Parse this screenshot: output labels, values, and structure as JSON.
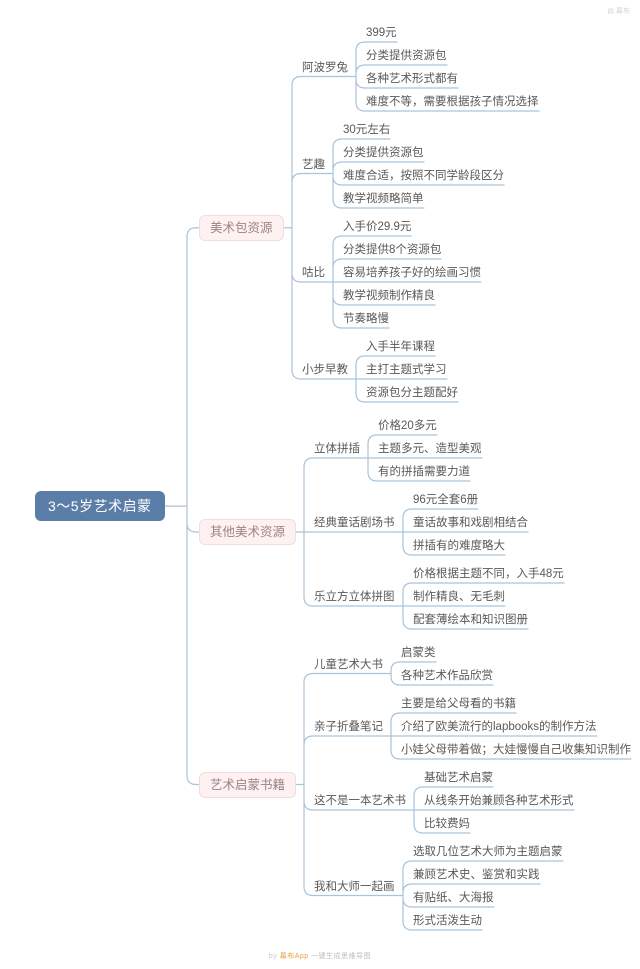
{
  "colors": {
    "line": "#a9c3db",
    "root_bg": "#5b7ea8",
    "root_text": "#ffffff",
    "branch_bg": "#fdf1f1",
    "branch_border": "#f2dcdc",
    "branch_text": "#9d8484",
    "text": "#595959",
    "wm_gray": "#c9c9c9",
    "wm_orange": "#e8a33d"
  },
  "watermarks": {
    "corner": "幕布",
    "footer_prefix": "by ",
    "footer_brand": "幕布App ",
    "footer_text": "一键生成思维导图"
  },
  "mindmap": {
    "tree": {
      "label": "3～5岁艺术启蒙",
      "children": [
        {
          "label": "美术包资源",
          "children": [
            {
              "label": "阿波罗兔",
              "children": [
                {
                  "label": "399元"
                },
                {
                  "label": "分类提供资源包"
                },
                {
                  "label": "各种艺术形式都有"
                },
                {
                  "label": "难度不等，需要根据孩子情况选择"
                }
              ]
            },
            {
              "label": "艺趣",
              "children": [
                {
                  "label": "30元左右"
                },
                {
                  "label": "分类提供资源包"
                },
                {
                  "label": "难度合适，按照不同学龄段区分"
                },
                {
                  "label": "教学视频略简单"
                }
              ]
            },
            {
              "label": "咕比",
              "children": [
                {
                  "label": "入手价29.9元"
                },
                {
                  "label": "分类提供8个资源包"
                },
                {
                  "label": "容易培养孩子好的绘画习惯"
                },
                {
                  "label": "教学视频制作精良"
                },
                {
                  "label": "节奏略慢"
                }
              ]
            },
            {
              "label": "小步早教",
              "children": [
                {
                  "label": "入手半年课程"
                },
                {
                  "label": "主打主题式学习"
                },
                {
                  "label": "资源包分主题配好"
                }
              ]
            }
          ]
        },
        {
          "label": "其他美术资源",
          "children": [
            {
              "label": "立体拼插",
              "children": [
                {
                  "label": "价格20多元"
                },
                {
                  "label": "主题多元、造型美观"
                },
                {
                  "label": "有的拼插需要力道"
                }
              ]
            },
            {
              "label": "经典童话剧场书",
              "children": [
                {
                  "label": "96元全套6册"
                },
                {
                  "label": "童话故事和戏剧相结合"
                },
                {
                  "label": "拼插有的难度略大"
                }
              ]
            },
            {
              "label": "乐立方立体拼图",
              "children": [
                {
                  "label": "价格根据主题不同，入手48元"
                },
                {
                  "label": "制作精良、无毛刺"
                },
                {
                  "label": "配套薄绘本和知识图册"
                }
              ]
            }
          ]
        },
        {
          "label": "艺术启蒙书籍",
          "children": [
            {
              "label": "儿童艺术大书",
              "children": [
                {
                  "label": "启蒙类"
                },
                {
                  "label": "各种艺术作品欣赏"
                }
              ]
            },
            {
              "label": "亲子折叠笔记",
              "children": [
                {
                  "label": "主要是给父母看的书籍"
                },
                {
                  "label": "介绍了欧美流行的lapbooks的制作方法"
                },
                {
                  "label": "小娃父母带着做；大娃慢慢自己收集知识制作"
                }
              ]
            },
            {
              "label": "这不是一本艺术书",
              "children": [
                {
                  "label": "基础艺术启蒙"
                },
                {
                  "label": "从线条开始兼顾各种艺术形式"
                },
                {
                  "label": "比较费妈"
                }
              ]
            },
            {
              "label": "我和大师一起画",
              "children": [
                {
                  "label": "选取几位艺术大师为主题启蒙"
                },
                {
                  "label": "兼顾艺术史、鉴赏和实践"
                },
                {
                  "label": "有贴纸、大海报"
                },
                {
                  "label": "形式活泼生动"
                }
              ]
            }
          ]
        }
      ]
    }
  }
}
